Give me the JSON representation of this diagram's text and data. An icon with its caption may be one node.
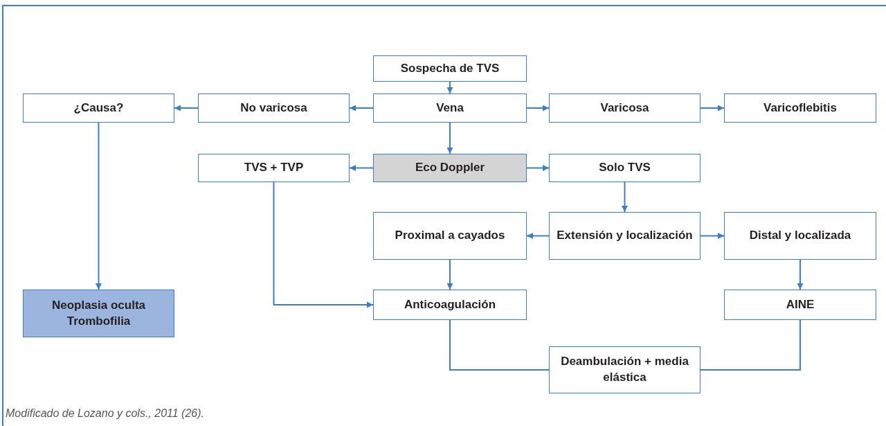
{
  "diagram": {
    "caption": "Modificado de Lozano y cols., 2011 (26).",
    "nodes": [
      {
        "text": [
          "Sospecha de TVS"
        ]
      },
      {
        "text": [
          "¿Causa?"
        ]
      },
      {
        "text": [
          "No varicosa"
        ]
      },
      {
        "text": [
          "Vena"
        ]
      },
      {
        "text": [
          "Varicosa"
        ]
      },
      {
        "text": [
          "Varicoflebitis"
        ]
      },
      {
        "text": [
          "TVS + TVP"
        ]
      },
      {
        "text": [
          "Eco Doppler"
        ]
      },
      {
        "text": [
          "Solo TVS"
        ]
      },
      {
        "text": [
          "Proximal a cayados"
        ]
      },
      {
        "text": [
          "Extensión y localización"
        ]
      },
      {
        "text": [
          "Distal y localizada"
        ]
      },
      {
        "text": [
          "Neoplasia oculta Trombofilia"
        ]
      },
      {
        "text": [
          "Anticoagulación"
        ]
      },
      {
        "text": [
          "AINE"
        ]
      },
      {
        "text": [
          "Deambulación + media elástica"
        ]
      }
    ],
    "edges": [
      {
        "from": 0,
        "to": 3,
        "arrow": "to"
      },
      {
        "from": 3,
        "to": 2,
        "arrow": "to"
      },
      {
        "from": 2,
        "to": 1,
        "arrow": "to"
      },
      {
        "from": 3,
        "to": 4,
        "arrow": "to"
      },
      {
        "from": 4,
        "to": 5,
        "arrow": "to"
      },
      {
        "from": 3,
        "to": 7,
        "arrow": "to"
      },
      {
        "from": 7,
        "to": 6,
        "arrow": "to"
      },
      {
        "from": 7,
        "to": 8,
        "arrow": "to"
      },
      {
        "from": 8,
        "to": 10,
        "arrow": "to"
      },
      {
        "from": 10,
        "to": 9,
        "arrow": "to"
      },
      {
        "from": 10,
        "to": 11,
        "arrow": "to"
      },
      {
        "from": 9,
        "to": 13,
        "arrow": "to"
      },
      {
        "from": 11,
        "to": 14,
        "arrow": "to"
      },
      {
        "from": 1,
        "to": 12,
        "arrow": "to"
      },
      {
        "from": 6,
        "to": 13,
        "arrow": "to"
      },
      {
        "from": 13,
        "to": 15,
        "arrow": "none"
      },
      {
        "from": 14,
        "to": 15,
        "arrow": "none"
      }
    ]
  }
}
